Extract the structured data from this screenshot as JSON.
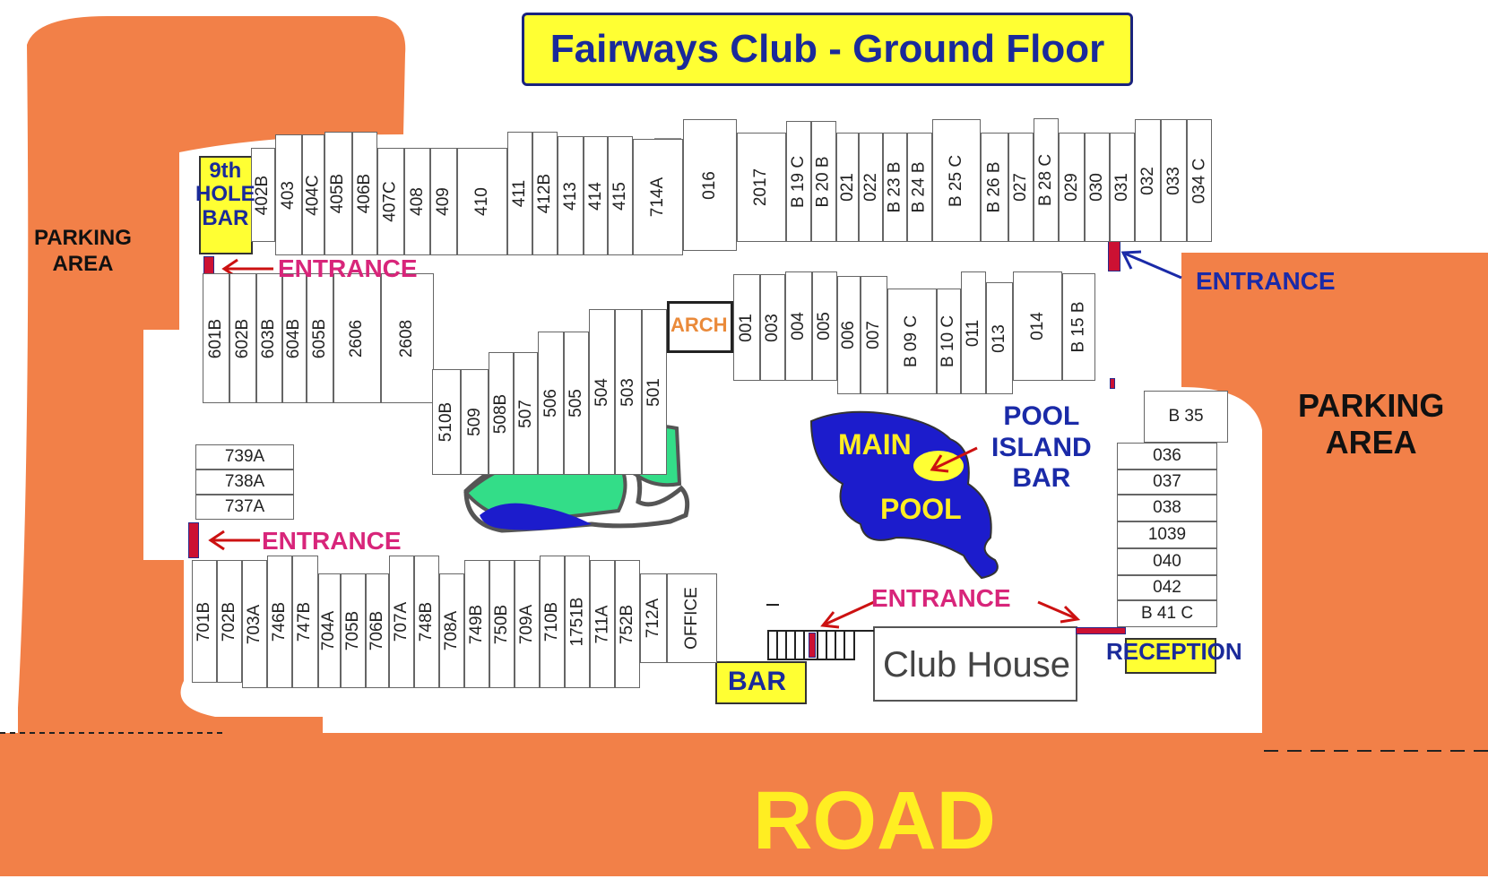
{
  "title": "Fairways Club - Ground Floor",
  "colors": {
    "parking": "#f28048",
    "road_text": "#ffee22",
    "entrance_text": "#d8257a",
    "entrance_blue": "#1a2aa8",
    "bar_yellow": "#ffff33",
    "pool": "#1c1ccc",
    "garden": "#33dd88"
  },
  "labels": {
    "parking_left": "PARKING\nAREA",
    "parking_right": "PARKING\nAREA",
    "road": "ROAD",
    "hole_bar": "9th\nHOLE\nBAR",
    "entrance_1": "ENTRANCE",
    "entrance_2": "ENTRANCE",
    "entrance_3": "ENTRANCE",
    "entrance_4": "ENTRANCE",
    "arch": "ARCH",
    "main_pool_1": "MAIN",
    "main_pool_2": "POOL",
    "pool_island_bar": "POOL\nISLAND\nBAR",
    "bar": "BAR",
    "club_house": "Club House",
    "reception": "RECEPTION"
  },
  "units": {
    "top_row": [
      "402B",
      "403",
      "404C",
      "405B",
      "406B",
      "407C",
      "408",
      "409",
      "410",
      "411",
      "412B",
      "413",
      "414",
      "415",
      "714A",
      "016",
      "2017",
      "B 19 C",
      "B 20 B",
      "021",
      "022",
      "B 23 B",
      "B 24 B",
      "B 25 C",
      "B 26 B",
      "027",
      "B 28 C",
      "029",
      "030",
      "031",
      "032",
      "033",
      "034 C"
    ],
    "row_600": [
      "601B",
      "602B",
      "603B",
      "604B",
      "605B",
      "2606",
      "2608"
    ],
    "row_500": [
      "510B",
      "509",
      "508B",
      "507",
      "506",
      "505",
      "504",
      "503",
      "501"
    ],
    "row_000": [
      "001",
      "003",
      "004",
      "005",
      "006",
      "007",
      "B 09 C",
      "B 10 C",
      "011",
      "013",
      "014",
      "B 15 B"
    ],
    "col_700a": [
      "739A",
      "738A",
      "737A"
    ],
    "row_700": [
      "701B",
      "702B",
      "703A",
      "746B",
      "747B",
      "704A",
      "705B",
      "706B",
      "707A",
      "748B",
      "708A",
      "749B",
      "750B",
      "709A",
      "710B",
      "1751B",
      "711A",
      "752B",
      "712A",
      "OFFICE"
    ],
    "col_right": [
      "B 35",
      "036",
      "037",
      "038",
      "1039",
      "040",
      "042",
      "B 41 C"
    ]
  }
}
